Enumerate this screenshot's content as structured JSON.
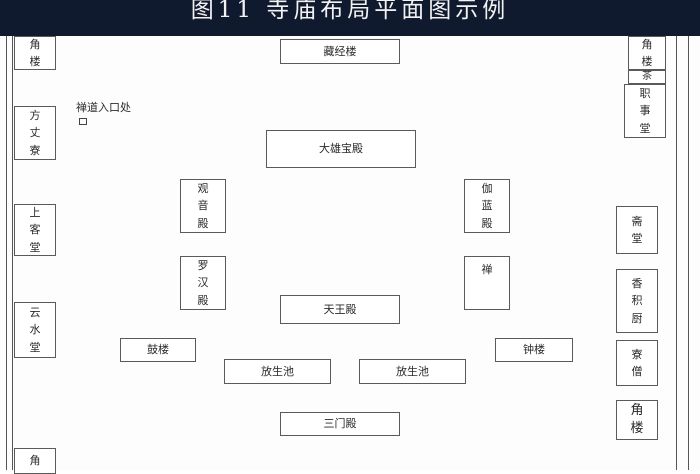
{
  "title": "图11  寺庙布局平面图示例",
  "note": "禅道入口处",
  "buildings": {
    "cangjinglou": "藏经楼",
    "daxiongbaodian": "大雄宝殿",
    "guanyindian": "观音殿",
    "qielandian": "伽蓝殿",
    "luohandian": "罗汉殿",
    "chan": "禅",
    "tianwangdian": "天王殿",
    "gulou": "鼓楼",
    "zhonglou": "钟楼",
    "fangshengchi_left": "放生池",
    "fangshengchi_right": "放生池",
    "sanmendian": "三门殿",
    "jiaolou_top_left": "角楼",
    "fangzhangliao": "方丈寮",
    "shangketang": "上客堂",
    "yunshuitang": "云水堂",
    "jiaolou_bottom_left": "角",
    "jiaolou_top_right": "角楼",
    "cha": "茶",
    "zhishitang": "职事堂",
    "zhaitang": "斋堂",
    "xiangjichu": "香积厨",
    "liaoseng": "寮僧",
    "jiaolou_bottom_right": "角楼"
  },
  "colors": {
    "title_bg": "#101a2e",
    "title_text": "#f2f2f2",
    "line": "#5a5a5a"
  }
}
